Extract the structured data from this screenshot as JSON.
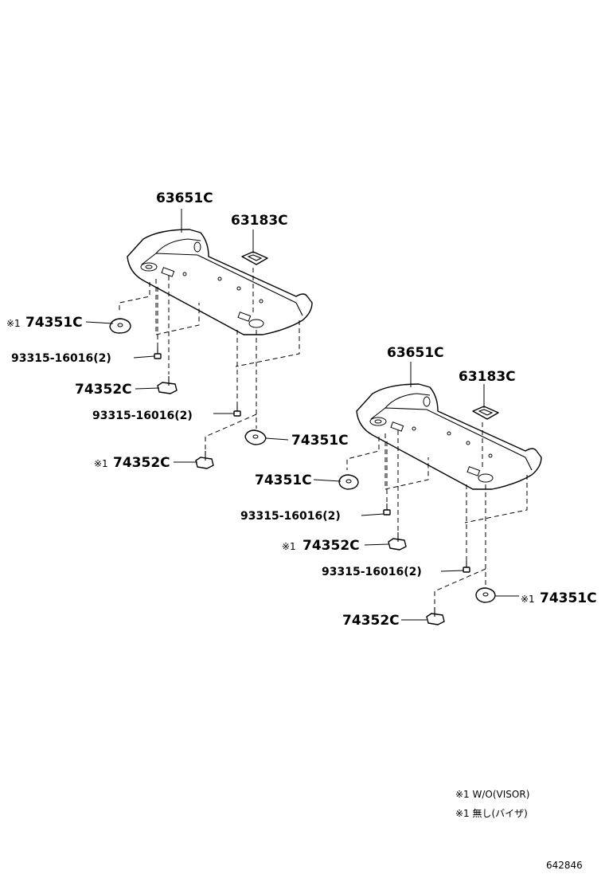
{
  "callouts": {
    "a_pan": "63651C",
    "a_clip_top": "63183C",
    "a_pad_left": "74351C",
    "a_screw_1": "93315-16016",
    "a_screw_1_qty": "(2)",
    "a_nut_1": "74352C",
    "a_screw_2": "93315-16016",
    "a_screw_2_qty": "(2)",
    "a_pad_right": "74351C",
    "a_nut_2": "74352C",
    "b_pan": "63651C",
    "b_clip_top": "63183C",
    "b_pad_left": "74351C",
    "b_screw_1": "93315-16016",
    "b_screw_1_qty": "(2)",
    "b_nut_1": "74352C",
    "b_screw_2": "93315-16016",
    "b_screw_2_qty": "(2)",
    "b_pad_right": "74351C",
    "b_nut_2": "74352C"
  },
  "marks": {
    "a_pad_left": "※1",
    "a_nut_2": "※1",
    "b_nut_1": "※1",
    "b_pad_right": "※1"
  },
  "notes": {
    "line_1": "※1 W/O(VISOR)",
    "line_2": "※1  無し(バイザ)"
  },
  "diagram_code": "642846"
}
